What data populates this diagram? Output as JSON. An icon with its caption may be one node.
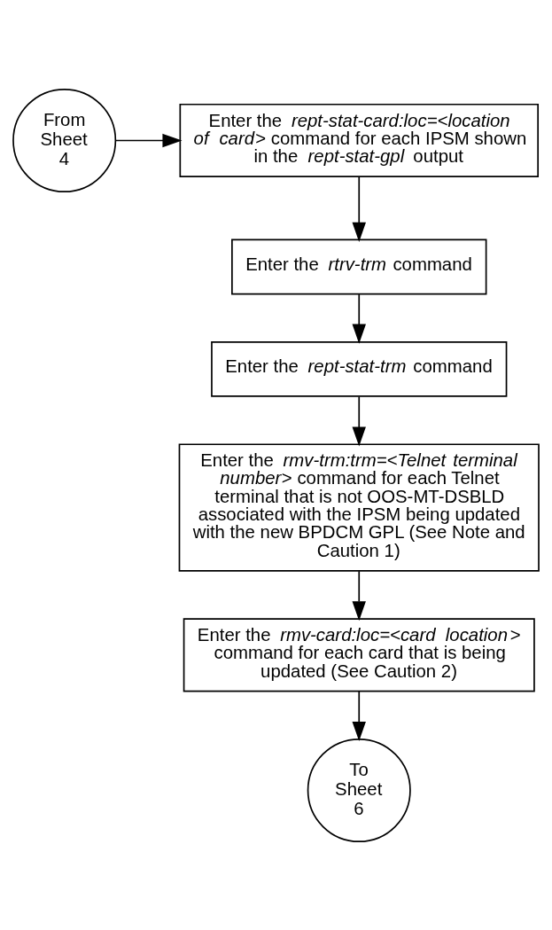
{
  "diagram": {
    "nodes": [
      {
        "text": [
          "From Sheet 4"
        ]
      },
      {
        "text": [
          "Enter the *rept-stat-card:loc=<location of card*> command for each IPSM shown in the *rept-stat-gpl* output"
        ]
      },
      {
        "text": [
          "Enter the *rtrv-trm* command"
        ]
      },
      {
        "text": [
          "Enter the *rept-stat-trm* command"
        ]
      },
      {
        "text": [
          "Enter the *rmv-trm:trm=<Telnet terminal number*> command for each Telnet terminal that is not OOS-MT-DSBLD associated with the IPSM being updated with the new BPDCM GPL (See Note and Caution 1)"
        ]
      },
      {
        "text": [
          "Enter the *rmv-card:loc=<card location*> command for each card that is being updated (See Caution 2)"
        ]
      },
      {
        "text": [
          "To Sheet 6"
        ]
      }
    ],
    "edges": [
      {
        "from": 0,
        "to": 1,
        "arrow": "to"
      },
      {
        "from": 1,
        "to": 2,
        "arrow": "to"
      },
      {
        "from": 2,
        "to": 3,
        "arrow": "to"
      },
      {
        "from": 3,
        "to": 4,
        "arrow": "to"
      },
      {
        "from": 4,
        "to": 5,
        "arrow": "to"
      },
      {
        "from": 5,
        "to": 6,
        "arrow": "to"
      }
    ]
  }
}
